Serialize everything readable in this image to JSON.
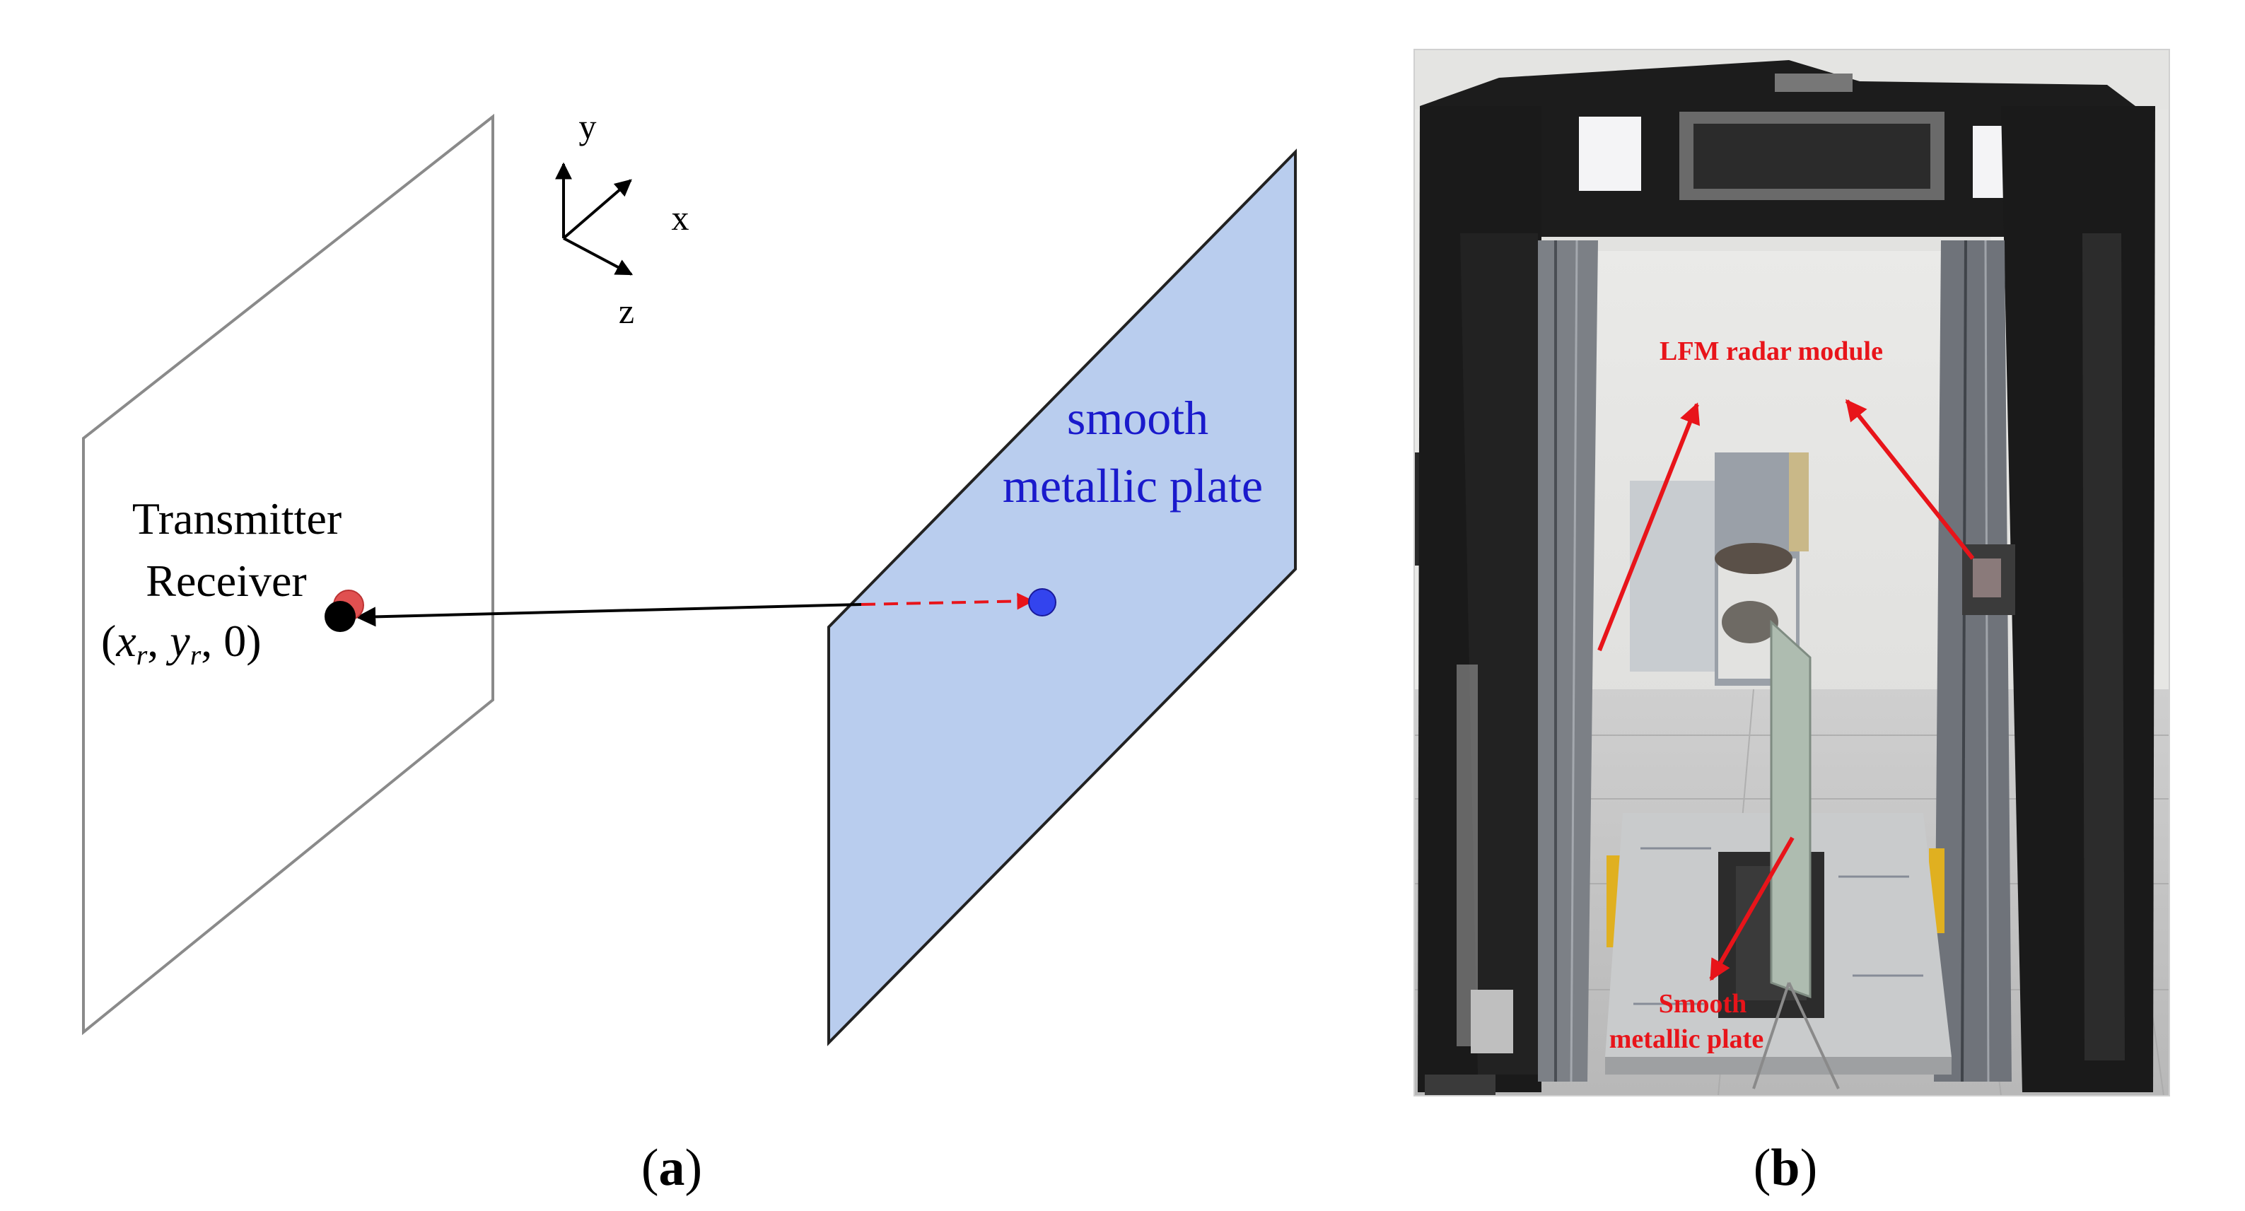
{
  "panel_a": {
    "axes": {
      "y": "y",
      "x": "x",
      "z": "z"
    },
    "plate_label_line1": "smooth",
    "plate_label_line2": "metallic plate",
    "tx_label_line1": "Transmitter",
    "tx_label_line2": "Receiver",
    "coord_open": "(",
    "coord_x": "x",
    "coord_x_sub": "r",
    "coord_sep1": ", ",
    "coord_y": "y",
    "coord_y_sub": "r",
    "coord_tail": ", 0)",
    "caption_open": "(",
    "caption_letter": "a",
    "caption_close": ")"
  },
  "panel_b": {
    "radar_label": "LFM radar module",
    "plate_label_line1": "Smooth",
    "plate_label_line2": "metallic plate",
    "caption_open": "(",
    "caption_letter": "b",
    "caption_close": ")"
  },
  "colors": {
    "plate_fill": "#b9cdee",
    "plate_label": "#1a1acc",
    "annotation_red": "#e8141a",
    "tx_dot_red": "#e05050",
    "target_dot_blue": "#3344ee"
  }
}
